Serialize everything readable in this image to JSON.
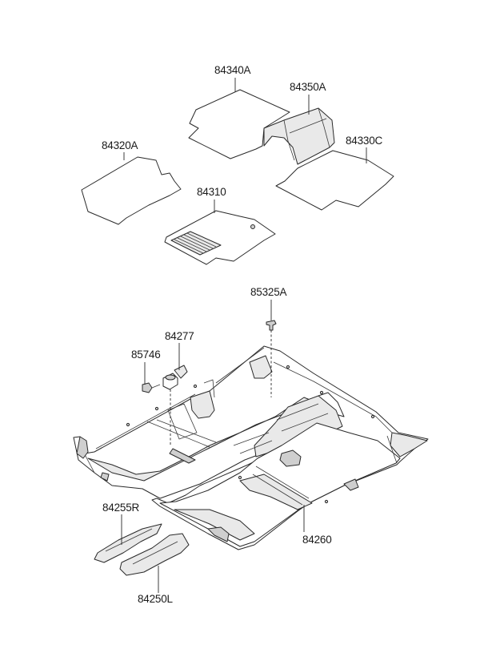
{
  "diagram": {
    "parts": [
      {
        "id": "p1",
        "number": "84340A"
      },
      {
        "id": "p2",
        "number": "84350A"
      },
      {
        "id": "p3",
        "number": "84320A"
      },
      {
        "id": "p4",
        "number": "84330C"
      },
      {
        "id": "p5",
        "number": "84310"
      },
      {
        "id": "p6",
        "number": "85325A"
      },
      {
        "id": "p7",
        "number": "84277"
      },
      {
        "id": "p8",
        "number": "85746"
      },
      {
        "id": "p9",
        "number": "84255R"
      },
      {
        "id": "p10",
        "number": "84260"
      },
      {
        "id": "p11",
        "number": "84250L"
      }
    ]
  }
}
